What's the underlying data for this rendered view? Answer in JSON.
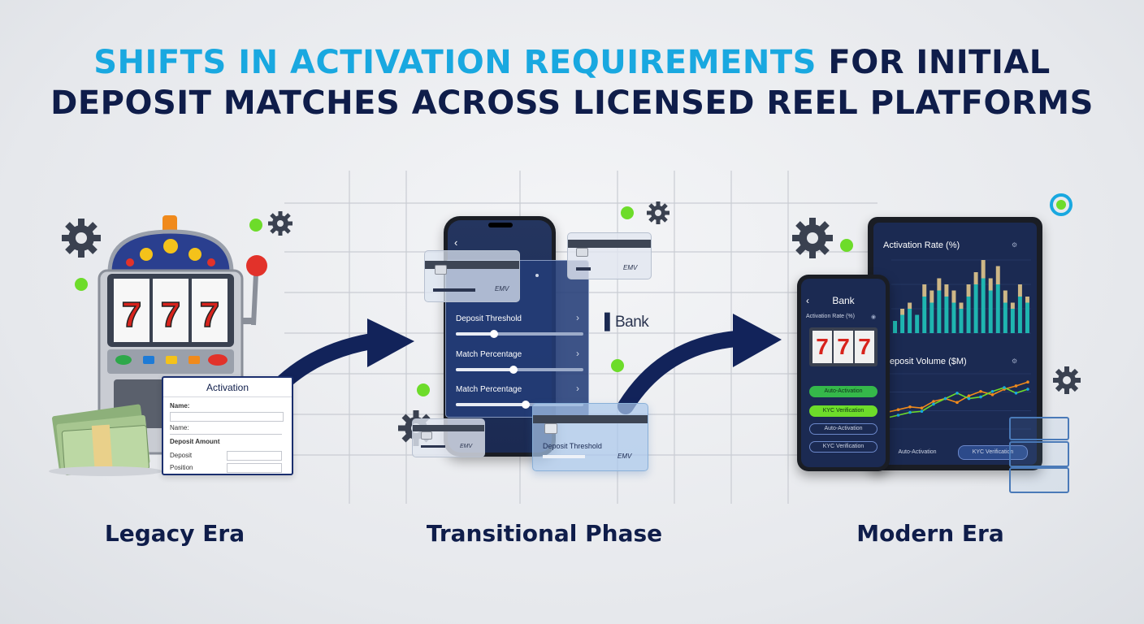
{
  "title": {
    "line1_accent_a": "SHIFTS IN ",
    "line1_accent_b": "ACTIVATION REQUIREMENTS",
    "line1_rest": " FOR INITIAL",
    "line2": "DEPOSIT MATCHES ACROSS LICENSED REEL PLATFORMS"
  },
  "legacy": {
    "label": "Legacy Era",
    "reels": [
      "7",
      "7",
      "7"
    ],
    "form": {
      "title": "Activation",
      "fields": [
        "Name:",
        "Name:",
        "Deposit Amount",
        "Deposit",
        "Position"
      ]
    }
  },
  "transitional": {
    "label": "Transitional Phase",
    "sliders": [
      {
        "label": "Deposit Threshold",
        "level": 0.3
      },
      {
        "label": "Match Percentage",
        "level": 0.45
      },
      {
        "label": "Match Percentage",
        "level": 0.55
      }
    ],
    "bank_text": "Bank",
    "card_brand": "EMV",
    "card_label": "Deposit Threshold"
  },
  "modern": {
    "label": "Modern Era",
    "phone": {
      "title": "Bank",
      "subtitle": "Activation Rate (%)",
      "buttons": [
        "Auto-Activation",
        "KYC Verification",
        "Auto-Activation",
        "KYC Verification"
      ]
    },
    "tablet": {
      "chart1_title": "Activation Rate (%)",
      "chart2_title": "Deposit Volume ($M)",
      "tabs": [
        "Auto-Activation",
        "KYC Verification"
      ]
    }
  },
  "colors": {
    "navy": "#0f1d4a",
    "cyan": "#19a8e0",
    "teal": "#1fb5b0",
    "tan": "#cdb786",
    "green": "#6ddc2a"
  },
  "chart_data": [
    {
      "type": "bar",
      "title": "Activation Rate (%)",
      "series": [
        {
          "values": [
            2,
            3,
            4,
            3,
            6,
            5,
            7,
            6,
            5,
            4,
            6,
            8,
            9,
            7,
            8,
            5,
            4,
            6,
            5
          ]
        },
        {
          "values": [
            0,
            1,
            1,
            0,
            2,
            2,
            2,
            2,
            2,
            1,
            2,
            2,
            3,
            2,
            3,
            2,
            1,
            2,
            1
          ]
        }
      ]
    },
    {
      "type": "line",
      "title": "Deposit Volume ($M)",
      "series": [
        {
          "values": [
            3,
            3.5,
            4,
            3.8,
            5,
            5.5,
            4.8,
            6,
            6.8,
            6.2,
            7.2,
            7.8,
            8.5
          ]
        },
        {
          "values": [
            2,
            2.5,
            3,
            3.2,
            4.5,
            5.5,
            6.5,
            5.5,
            5.8,
            6.8,
            7.5,
            6.5,
            7.2
          ]
        }
      ]
    }
  ]
}
